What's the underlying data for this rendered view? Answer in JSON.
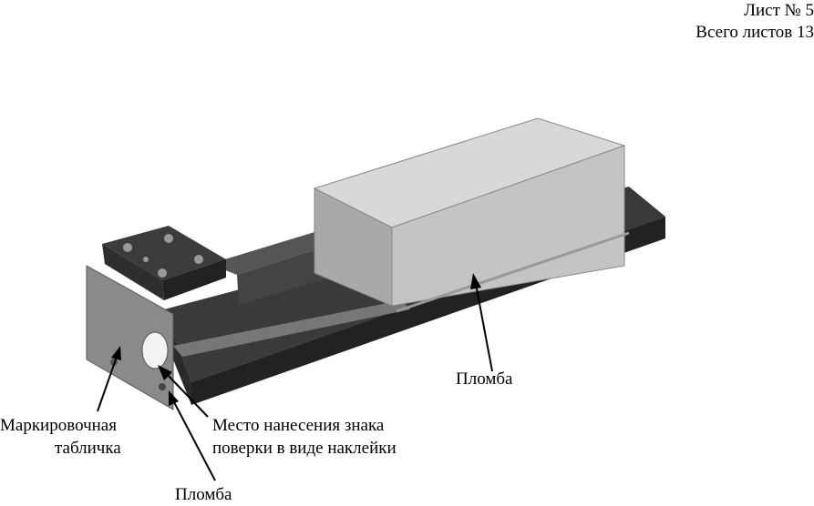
{
  "header": {
    "sheet": "Лист № 5",
    "total_sheets": "Всего листов 13"
  },
  "labels": {
    "seal_right": "Пломба",
    "marking_plate_line1": "Маркировочная",
    "marking_plate_line2": "табличка",
    "verification_mark_line1": "Место нанесения знака",
    "verification_mark_line2": "поверки в виде наклейки",
    "seal_bottom": "Пломба"
  }
}
